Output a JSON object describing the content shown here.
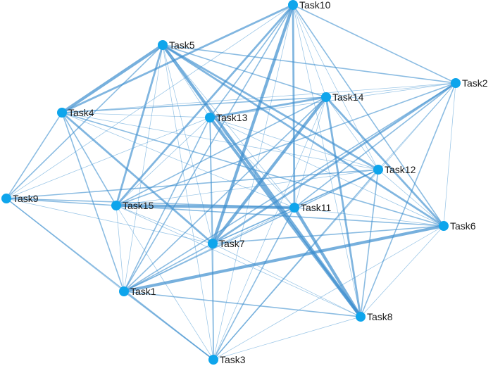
{
  "diagram": {
    "type": "network-graph",
    "directed": false,
    "colors": {
      "node": "#0ea5ec",
      "edge": "#3d8fcf",
      "label": "#1a1a1a",
      "background": "#ffffff"
    },
    "nodes": [
      {
        "id": "Task1",
        "label": "Task1"
      },
      {
        "id": "Task2",
        "label": "Task2"
      },
      {
        "id": "Task3",
        "label": "Task3"
      },
      {
        "id": "Task4",
        "label": "Task4"
      },
      {
        "id": "Task5",
        "label": "Task5"
      },
      {
        "id": "Task6",
        "label": "Task6"
      },
      {
        "id": "Task7",
        "label": "Task7"
      },
      {
        "id": "Task8",
        "label": "Task8"
      },
      {
        "id": "Task9",
        "label": "Task9"
      },
      {
        "id": "Task10",
        "label": "Task10"
      },
      {
        "id": "Task11",
        "label": "Task11"
      },
      {
        "id": "Task12",
        "label": "Task12"
      },
      {
        "id": "Task13",
        "label": "Task13"
      },
      {
        "id": "Task14",
        "label": "Task14"
      },
      {
        "id": "Task15",
        "label": "Task15"
      }
    ],
    "edges": [
      {
        "source": "Task5",
        "target": "Task4",
        "weight": 4
      },
      {
        "source": "Task5",
        "target": "Task15",
        "weight": 3
      },
      {
        "source": "Task5",
        "target": "Task8",
        "weight": 4
      },
      {
        "source": "Task5",
        "target": "Task12",
        "weight": 3
      },
      {
        "source": "Task5",
        "target": "Task6",
        "weight": 3
      },
      {
        "source": "Task5",
        "target": "Task2",
        "weight": 2
      },
      {
        "source": "Task5",
        "target": "Task14",
        "weight": 2
      },
      {
        "source": "Task5",
        "target": "Task1",
        "weight": 1
      },
      {
        "source": "Task5",
        "target": "Task7",
        "weight": 1
      },
      {
        "source": "Task5",
        "target": "Task13",
        "weight": 1
      },
      {
        "source": "Task5",
        "target": "Task11",
        "weight": 1
      },
      {
        "source": "Task5",
        "target": "Task9",
        "weight": 2
      },
      {
        "source": "Task5",
        "target": "Task3",
        "weight": 1
      },
      {
        "source": "Task10",
        "target": "Task4",
        "weight": 3
      },
      {
        "source": "Task10",
        "target": "Task15",
        "weight": 3
      },
      {
        "source": "Task10",
        "target": "Task7",
        "weight": 4
      },
      {
        "source": "Task10",
        "target": "Task1",
        "weight": 2
      },
      {
        "source": "Task10",
        "target": "Task11",
        "weight": 3
      },
      {
        "source": "Task10",
        "target": "Task2",
        "weight": 2
      },
      {
        "source": "Task10",
        "target": "Task6",
        "weight": 2
      },
      {
        "source": "Task10",
        "target": "Task13",
        "weight": 2
      },
      {
        "source": "Task10",
        "target": "Task12",
        "weight": 1
      },
      {
        "source": "Task10",
        "target": "Task8",
        "weight": 1
      },
      {
        "source": "Task10",
        "target": "Task3",
        "weight": 1
      },
      {
        "source": "Task10",
        "target": "Task14",
        "weight": 1
      },
      {
        "source": "Task10",
        "target": "Task9",
        "weight": 1
      },
      {
        "source": "Task4",
        "target": "Task9",
        "weight": 2
      },
      {
        "source": "Task4",
        "target": "Task15",
        "weight": 2
      },
      {
        "source": "Task4",
        "target": "Task1",
        "weight": 2
      },
      {
        "source": "Task4",
        "target": "Task7",
        "weight": 3
      },
      {
        "source": "Task4",
        "target": "Task14",
        "weight": 2
      },
      {
        "source": "Task4",
        "target": "Task13",
        "weight": 1
      },
      {
        "source": "Task4",
        "target": "Task12",
        "weight": 1
      },
      {
        "source": "Task4",
        "target": "Task6",
        "weight": 2
      },
      {
        "source": "Task4",
        "target": "Task11",
        "weight": 1
      },
      {
        "source": "Task4",
        "target": "Task2",
        "weight": 1
      },
      {
        "source": "Task9",
        "target": "Task15",
        "weight": 2
      },
      {
        "source": "Task9",
        "target": "Task11",
        "weight": 2
      },
      {
        "source": "Task9",
        "target": "Task3",
        "weight": 2
      },
      {
        "source": "Task9",
        "target": "Task12",
        "weight": 2
      },
      {
        "source": "Task9",
        "target": "Task7",
        "weight": 1
      },
      {
        "source": "Task9",
        "target": "Task13",
        "weight": 1
      },
      {
        "source": "Task9",
        "target": "Task1",
        "weight": 1
      },
      {
        "source": "Task15",
        "target": "Task11",
        "weight": 4
      },
      {
        "source": "Task15",
        "target": "Task6",
        "weight": 2
      },
      {
        "source": "Task15",
        "target": "Task2",
        "weight": 2
      },
      {
        "source": "Task15",
        "target": "Task14",
        "weight": 2
      },
      {
        "source": "Task15",
        "target": "Task8",
        "weight": 1
      },
      {
        "source": "Task15",
        "target": "Task3",
        "weight": 1
      },
      {
        "source": "Task15",
        "target": "Task7",
        "weight": 1
      },
      {
        "source": "Task15",
        "target": "Task1",
        "weight": 1
      },
      {
        "source": "Task15",
        "target": "Task13",
        "weight": 1
      },
      {
        "source": "Task15",
        "target": "Task12",
        "weight": 1
      },
      {
        "source": "Task13",
        "target": "Task14",
        "weight": 3
      },
      {
        "source": "Task13",
        "target": "Task8",
        "weight": 4
      },
      {
        "source": "Task13",
        "target": "Task7",
        "weight": 2
      },
      {
        "source": "Task13",
        "target": "Task1",
        "weight": 2
      },
      {
        "source": "Task13",
        "target": "Task6",
        "weight": 1
      },
      {
        "source": "Task13",
        "target": "Task2",
        "weight": 1
      },
      {
        "source": "Task13",
        "target": "Task3",
        "weight": 1
      },
      {
        "source": "Task13",
        "target": "Task12",
        "weight": 1
      },
      {
        "source": "Task13",
        "target": "Task11",
        "weight": 1
      },
      {
        "source": "Task14",
        "target": "Task7",
        "weight": 4
      },
      {
        "source": "Task14",
        "target": "Task8",
        "weight": 3
      },
      {
        "source": "Task14",
        "target": "Task6",
        "weight": 3
      },
      {
        "source": "Task14",
        "target": "Task1",
        "weight": 2
      },
      {
        "source": "Task14",
        "target": "Task3",
        "weight": 1
      },
      {
        "source": "Task14",
        "target": "Task11",
        "weight": 1
      },
      {
        "source": "Task14",
        "target": "Task12",
        "weight": 1
      },
      {
        "source": "Task14",
        "target": "Task2",
        "weight": 1
      },
      {
        "source": "Task2",
        "target": "Task7",
        "weight": 3
      },
      {
        "source": "Task2",
        "target": "Task1",
        "weight": 2
      },
      {
        "source": "Task2",
        "target": "Task8",
        "weight": 2
      },
      {
        "source": "Task2",
        "target": "Task11",
        "weight": 2
      },
      {
        "source": "Task2",
        "target": "Task12",
        "weight": 1
      },
      {
        "source": "Task2",
        "target": "Task6",
        "weight": 1
      },
      {
        "source": "Task2",
        "target": "Task3",
        "weight": 1
      },
      {
        "source": "Task12",
        "target": "Task7",
        "weight": 2
      },
      {
        "source": "Task12",
        "target": "Task8",
        "weight": 2
      },
      {
        "source": "Task12",
        "target": "Task1",
        "weight": 2
      },
      {
        "source": "Task12",
        "target": "Task3",
        "weight": 2
      },
      {
        "source": "Task12",
        "target": "Task11",
        "weight": 1
      },
      {
        "source": "Task12",
        "target": "Task6",
        "weight": 1
      },
      {
        "source": "Task11",
        "target": "Task8",
        "weight": 4
      },
      {
        "source": "Task11",
        "target": "Task3",
        "weight": 2
      },
      {
        "source": "Task11",
        "target": "Task7",
        "weight": 1
      },
      {
        "source": "Task11",
        "target": "Task6",
        "weight": 1
      },
      {
        "source": "Task11",
        "target": "Task1",
        "weight": 1
      },
      {
        "source": "Task6",
        "target": "Task1",
        "weight": 4
      },
      {
        "source": "Task6",
        "target": "Task7",
        "weight": 2
      },
      {
        "source": "Task6",
        "target": "Task3",
        "weight": 1
      },
      {
        "source": "Task6",
        "target": "Task8",
        "weight": 1
      },
      {
        "source": "Task7",
        "target": "Task3",
        "weight": 2
      },
      {
        "source": "Task7",
        "target": "Task1",
        "weight": 2
      },
      {
        "source": "Task7",
        "target": "Task8",
        "weight": 1
      },
      {
        "source": "Task1",
        "target": "Task3",
        "weight": 2
      },
      {
        "source": "Task1",
        "target": "Task8",
        "weight": 2
      },
      {
        "source": "Task8",
        "target": "Task3",
        "weight": 1
      }
    ]
  }
}
